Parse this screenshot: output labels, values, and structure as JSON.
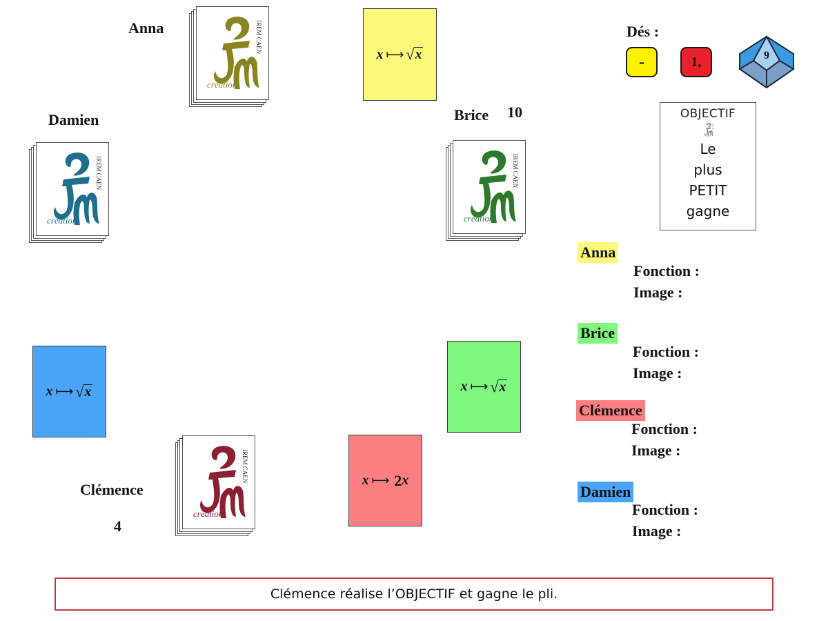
{
  "players": {
    "anna": {
      "name": "Anna",
      "color": "#fdf97a",
      "logo_color": "#8a8420",
      "score": ""
    },
    "brice": {
      "name": "Brice",
      "color": "#7ff77e",
      "logo_color": "#2d7a2c",
      "score": "10"
    },
    "clemence": {
      "name": "Clémence",
      "color": "#fb7f80",
      "logo_color": "#8a2030",
      "score": "4"
    },
    "damien": {
      "name": "Damien",
      "color": "#4aa4fa",
      "logo_color": "#1f6e8e",
      "score": ""
    }
  },
  "deck_logo": {
    "text_creation": "création",
    "text_irem": "IREM CAEN",
    "icon": "irem-logo-icon"
  },
  "played_cards": {
    "anna": {
      "var": "x",
      "arrow": "⟼",
      "image_type": "sqrt",
      "image": "x",
      "prefix": ""
    },
    "brice": {
      "var": "x",
      "arrow": "⟼",
      "image_type": "sqrt",
      "image": "x",
      "prefix": ""
    },
    "clemence": {
      "var": "x",
      "arrow": "⟼",
      "image_type": "linear",
      "image": "x",
      "prefix": "2"
    },
    "damien": {
      "var": "x",
      "arrow": "⟼",
      "image_type": "sqrt",
      "image": "x",
      "prefix": ""
    }
  },
  "dice": {
    "label": "Dés :",
    "die1": {
      "value": "-",
      "color": "#fff200"
    },
    "die2": {
      "value": "1,",
      "color": "#e8212a"
    },
    "die3": {
      "value": "9",
      "color": "#3a9be0",
      "icon": "d10-icon"
    }
  },
  "objective": {
    "title": "OBJECTIF",
    "lines": [
      "Le",
      "plus",
      "PETIT",
      "gagne"
    ]
  },
  "panel": {
    "fonction_label": "Fonction :",
    "image_label": "Image :",
    "entries": [
      {
        "name": "Anna"
      },
      {
        "name": "Brice"
      },
      {
        "name": "Clémence"
      },
      {
        "name": "Damien"
      }
    ]
  },
  "message": "Clémence réalise l’OBJECTIF et gagne le pli."
}
